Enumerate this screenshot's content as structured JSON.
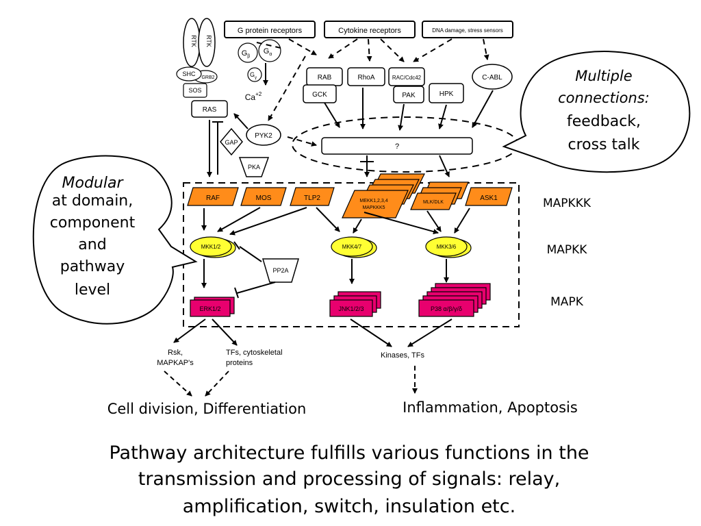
{
  "receptors": {
    "g_protein": "G protein receptors",
    "cytokine": "Cytokine receptors",
    "dna_damage": "DNA damage, stress sensors"
  },
  "rtk": [
    "RTK",
    "RTK"
  ],
  "adaptors": {
    "shc": "SHC",
    "grb2": "GRB2",
    "sos": "SOS",
    "ras": "RAS",
    "gap": "GAP",
    "pyk2": "PYK2",
    "pka": "PKA"
  },
  "gprotein": {
    "beta": "G",
    "beta_sub": "β",
    "alpha": "G",
    "alpha_sub": "α",
    "gamma": "G",
    "gamma_sub": "γ",
    "calcium": "Ca",
    "calcium_sup": "+2"
  },
  "upstream": {
    "rab": "RAB",
    "gck": "GCK",
    "rhoa": "RhoA",
    "rac": "RAC/Cdc42",
    "pak": "PAK",
    "hpk": "HPK",
    "cabl": "C-ABL",
    "unknown": "?"
  },
  "mapkkk": {
    "raf": "RAF",
    "mos": "MOS",
    "tlp2": "TLP2",
    "mekk": "MEKK1,2,3,4",
    "mekk_2": "MAPKKK5",
    "mlk": "MLK/DLK",
    "ask1": "ASK1"
  },
  "mapkk": {
    "mkk12": "MKK1/2",
    "mkk47": "MKK4/7",
    "mkk36": "MKK3/6",
    "pp2a": "PP2A"
  },
  "mapk": {
    "erk": "ERK1/2",
    "jnk": "JNK1/2/3",
    "p38": "P38 α/β/γ/δ"
  },
  "levels": {
    "mapkkk": "MAPKKK",
    "mapkk": "MAPKK",
    "mapk": "MAPK"
  },
  "outputs": {
    "rsk_1": "Rsk,",
    "rsk_2": "MAPKAP's",
    "tfs_1": "TFs, cytoskeletal",
    "tfs_2": "proteins",
    "kinases": "Kinases, TFs"
  },
  "outcomes": {
    "left": "Cell division, Differentiation",
    "right": "Inflammation, Apoptosis"
  },
  "bubble_left": {
    "title": "Modular",
    "l1": "at domain,",
    "l2": "component",
    "l3": "and",
    "l4": "pathway",
    "l5": "level"
  },
  "bubble_right": {
    "title_1": "Multiple",
    "title_2": "connections:",
    "l1": "feedback,",
    "l2": "cross talk"
  },
  "caption": {
    "l1": "Pathway architecture fulfills various functions in the",
    "l2": "transmission and processing of signals: relay,",
    "l3": "amplification, switch, insulation etc."
  },
  "colors": {
    "orange": "#ff8c1a",
    "yellow": "#ffff33",
    "magenta": "#e8006e",
    "red": "#e8001c"
  }
}
